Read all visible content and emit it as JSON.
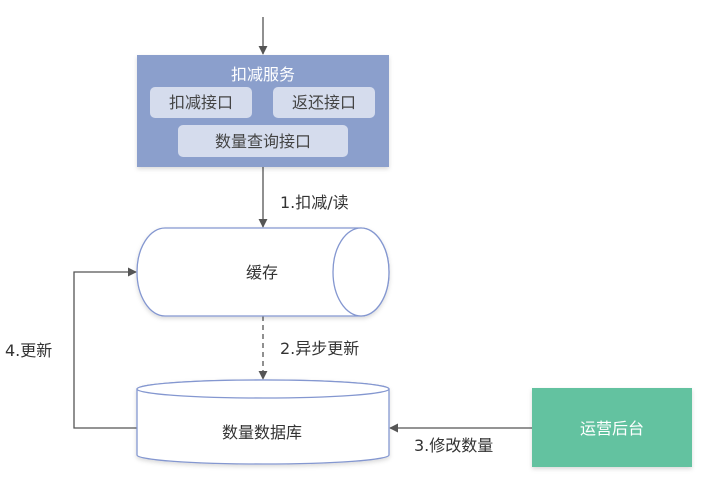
{
  "service": {
    "title": "扣减服务",
    "interfaces": [
      "扣减接口",
      "返还接口",
      "数量查询接口"
    ]
  },
  "cache": {
    "label": "缓存"
  },
  "database": {
    "label": "数量数据库"
  },
  "admin": {
    "label": "运营后台"
  },
  "edges": {
    "deduct_read": "1.扣减/读",
    "async_update": "2.异步更新",
    "modify_quantity": "3.修改数量",
    "update": "4.更新"
  },
  "colors": {
    "service_fill": "#8b9fcc",
    "interface_fill": "#d5dced",
    "cylinder_stroke": "#8497d0",
    "admin_fill": "#63c2a0",
    "line": "#555555"
  }
}
